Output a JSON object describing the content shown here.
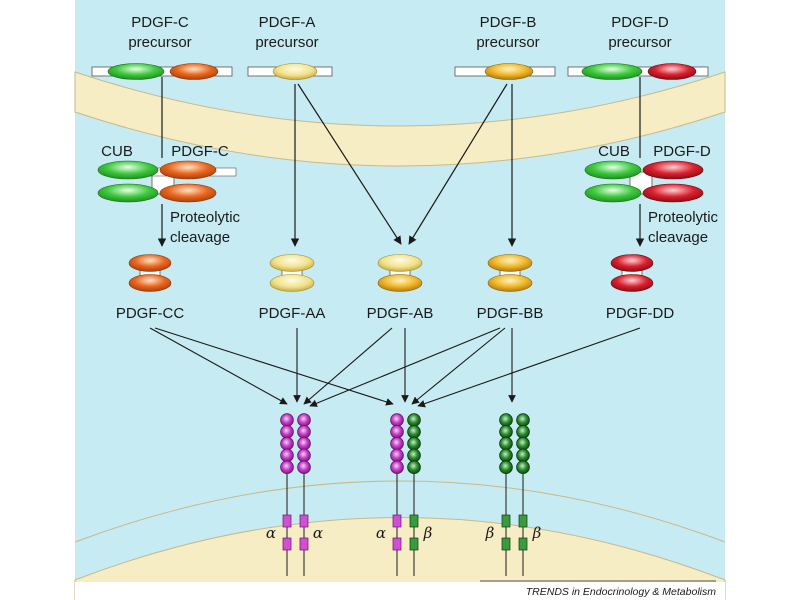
{
  "precursors": {
    "c_line1": "PDGF-C",
    "c_line2": "precursor",
    "a_line1": "PDGF-A",
    "a_line2": "precursor",
    "b_line1": "PDGF-B",
    "b_line2": "precursor",
    "d_line1": "PDGF-D",
    "d_line2": "precursor"
  },
  "domains": {
    "cub_left": "CUB",
    "pdgf_c": "PDGF-C",
    "cub_right": "CUB",
    "pdgf_d": "PDGF-D"
  },
  "processing": {
    "left_line1": "Proteolytic",
    "left_line2": "cleavage",
    "right_line1": "Proteolytic",
    "right_line2": "cleavage"
  },
  "dimers": {
    "cc": "PDGF-CC",
    "aa": "PDGF-AA",
    "ab": "PDGF-AB",
    "bb": "PDGF-BB",
    "dd": "PDGF-DD"
  },
  "receptors": {
    "aa_left": "α",
    "aa_right": "α",
    "ab_left": "α",
    "ab_right": "β",
    "bb_left": "β",
    "bb_right": "β"
  },
  "credit": "TRENDS in Endocrinology & Metabolism",
  "colors": {
    "background_fluid": "#c7ebf2",
    "membrane": "#f7edc4",
    "membrane_edge": "#c7b98a",
    "pdgf_c_green": "#3ec83e",
    "pdgf_c_orange": "#e8661e",
    "pdgf_a_yellow": "#f2e28a",
    "pdgf_b_gold": "#f0b82a",
    "pdgf_d_red": "#d8202e",
    "receptor_alpha": "#c23cc4",
    "receptor_beta": "#2a8a2e"
  }
}
